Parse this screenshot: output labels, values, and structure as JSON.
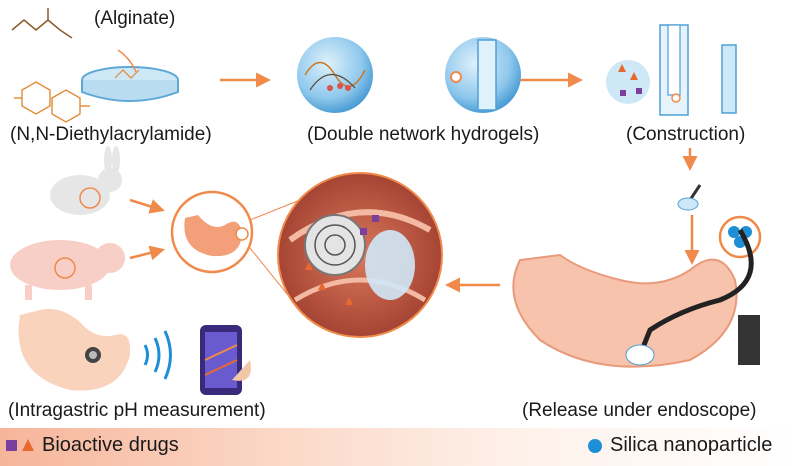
{
  "labels": {
    "alginate": "(Alginate)",
    "monomer": "(N,N-Diethylacrylamide)",
    "hydrogel": "(Double network hydrogels)",
    "construction": "(Construction)",
    "measurement": "(Intragastric pH measurement)",
    "release": "(Release under endoscope)"
  },
  "legend": {
    "drugs": "Bioactive drugs",
    "silica": "Silica nanoparticle"
  },
  "colors": {
    "arrow": "#f08a4b",
    "drug_square": "#7b3fa0",
    "drug_triangle": "#e8692e",
    "silica": "#1e8fd6",
    "stomach": "#f3a07a",
    "hydrogel_sphere": "#6fb6e6"
  }
}
